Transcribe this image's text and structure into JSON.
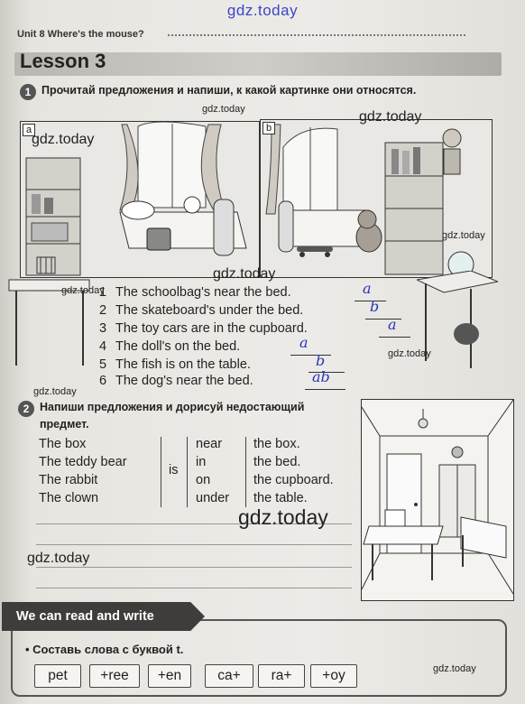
{
  "watermark": "gdz.today",
  "unit_header": "Unit 8 Where's the mouse?",
  "lesson_title": "Lesson 3",
  "task1": {
    "number": "1",
    "instruction": "Прочитай предложения и напиши, к какой картинке они относятся.",
    "picture_labels": [
      "a",
      "b"
    ],
    "sentences": [
      {
        "num": "1",
        "text": "The schoolbag's near the bed.",
        "answer": "a"
      },
      {
        "num": "2",
        "text": "The skateboard's under the bed.",
        "answer": "b"
      },
      {
        "num": "3",
        "text": "The toy cars are in the cupboard.",
        "answer": "a"
      },
      {
        "num": "4",
        "text": "The doll's on the bed.",
        "answer": "a"
      },
      {
        "num": "5",
        "text": "The fish is on the table.",
        "answer": "b"
      },
      {
        "num": "6",
        "text": "The dog's near the bed.",
        "answer": "ab"
      }
    ]
  },
  "task2": {
    "number": "2",
    "instruction": "Напиши предложения и дорисуй недостающий предмет.",
    "subjects": [
      "The box",
      "The teddy bear",
      "The rabbit",
      "The clown"
    ],
    "verb": "is",
    "prepositions": [
      "near",
      "in",
      "on",
      "under"
    ],
    "objects": [
      "the box.",
      "the bed.",
      "the cupboard.",
      "the table."
    ]
  },
  "read_write": {
    "banner": "We can read and write",
    "instruction": "• Составь слова с буквой t.",
    "words": [
      "pet",
      "+ree",
      "+en",
      "ca+",
      "ra+",
      "+oy"
    ]
  }
}
